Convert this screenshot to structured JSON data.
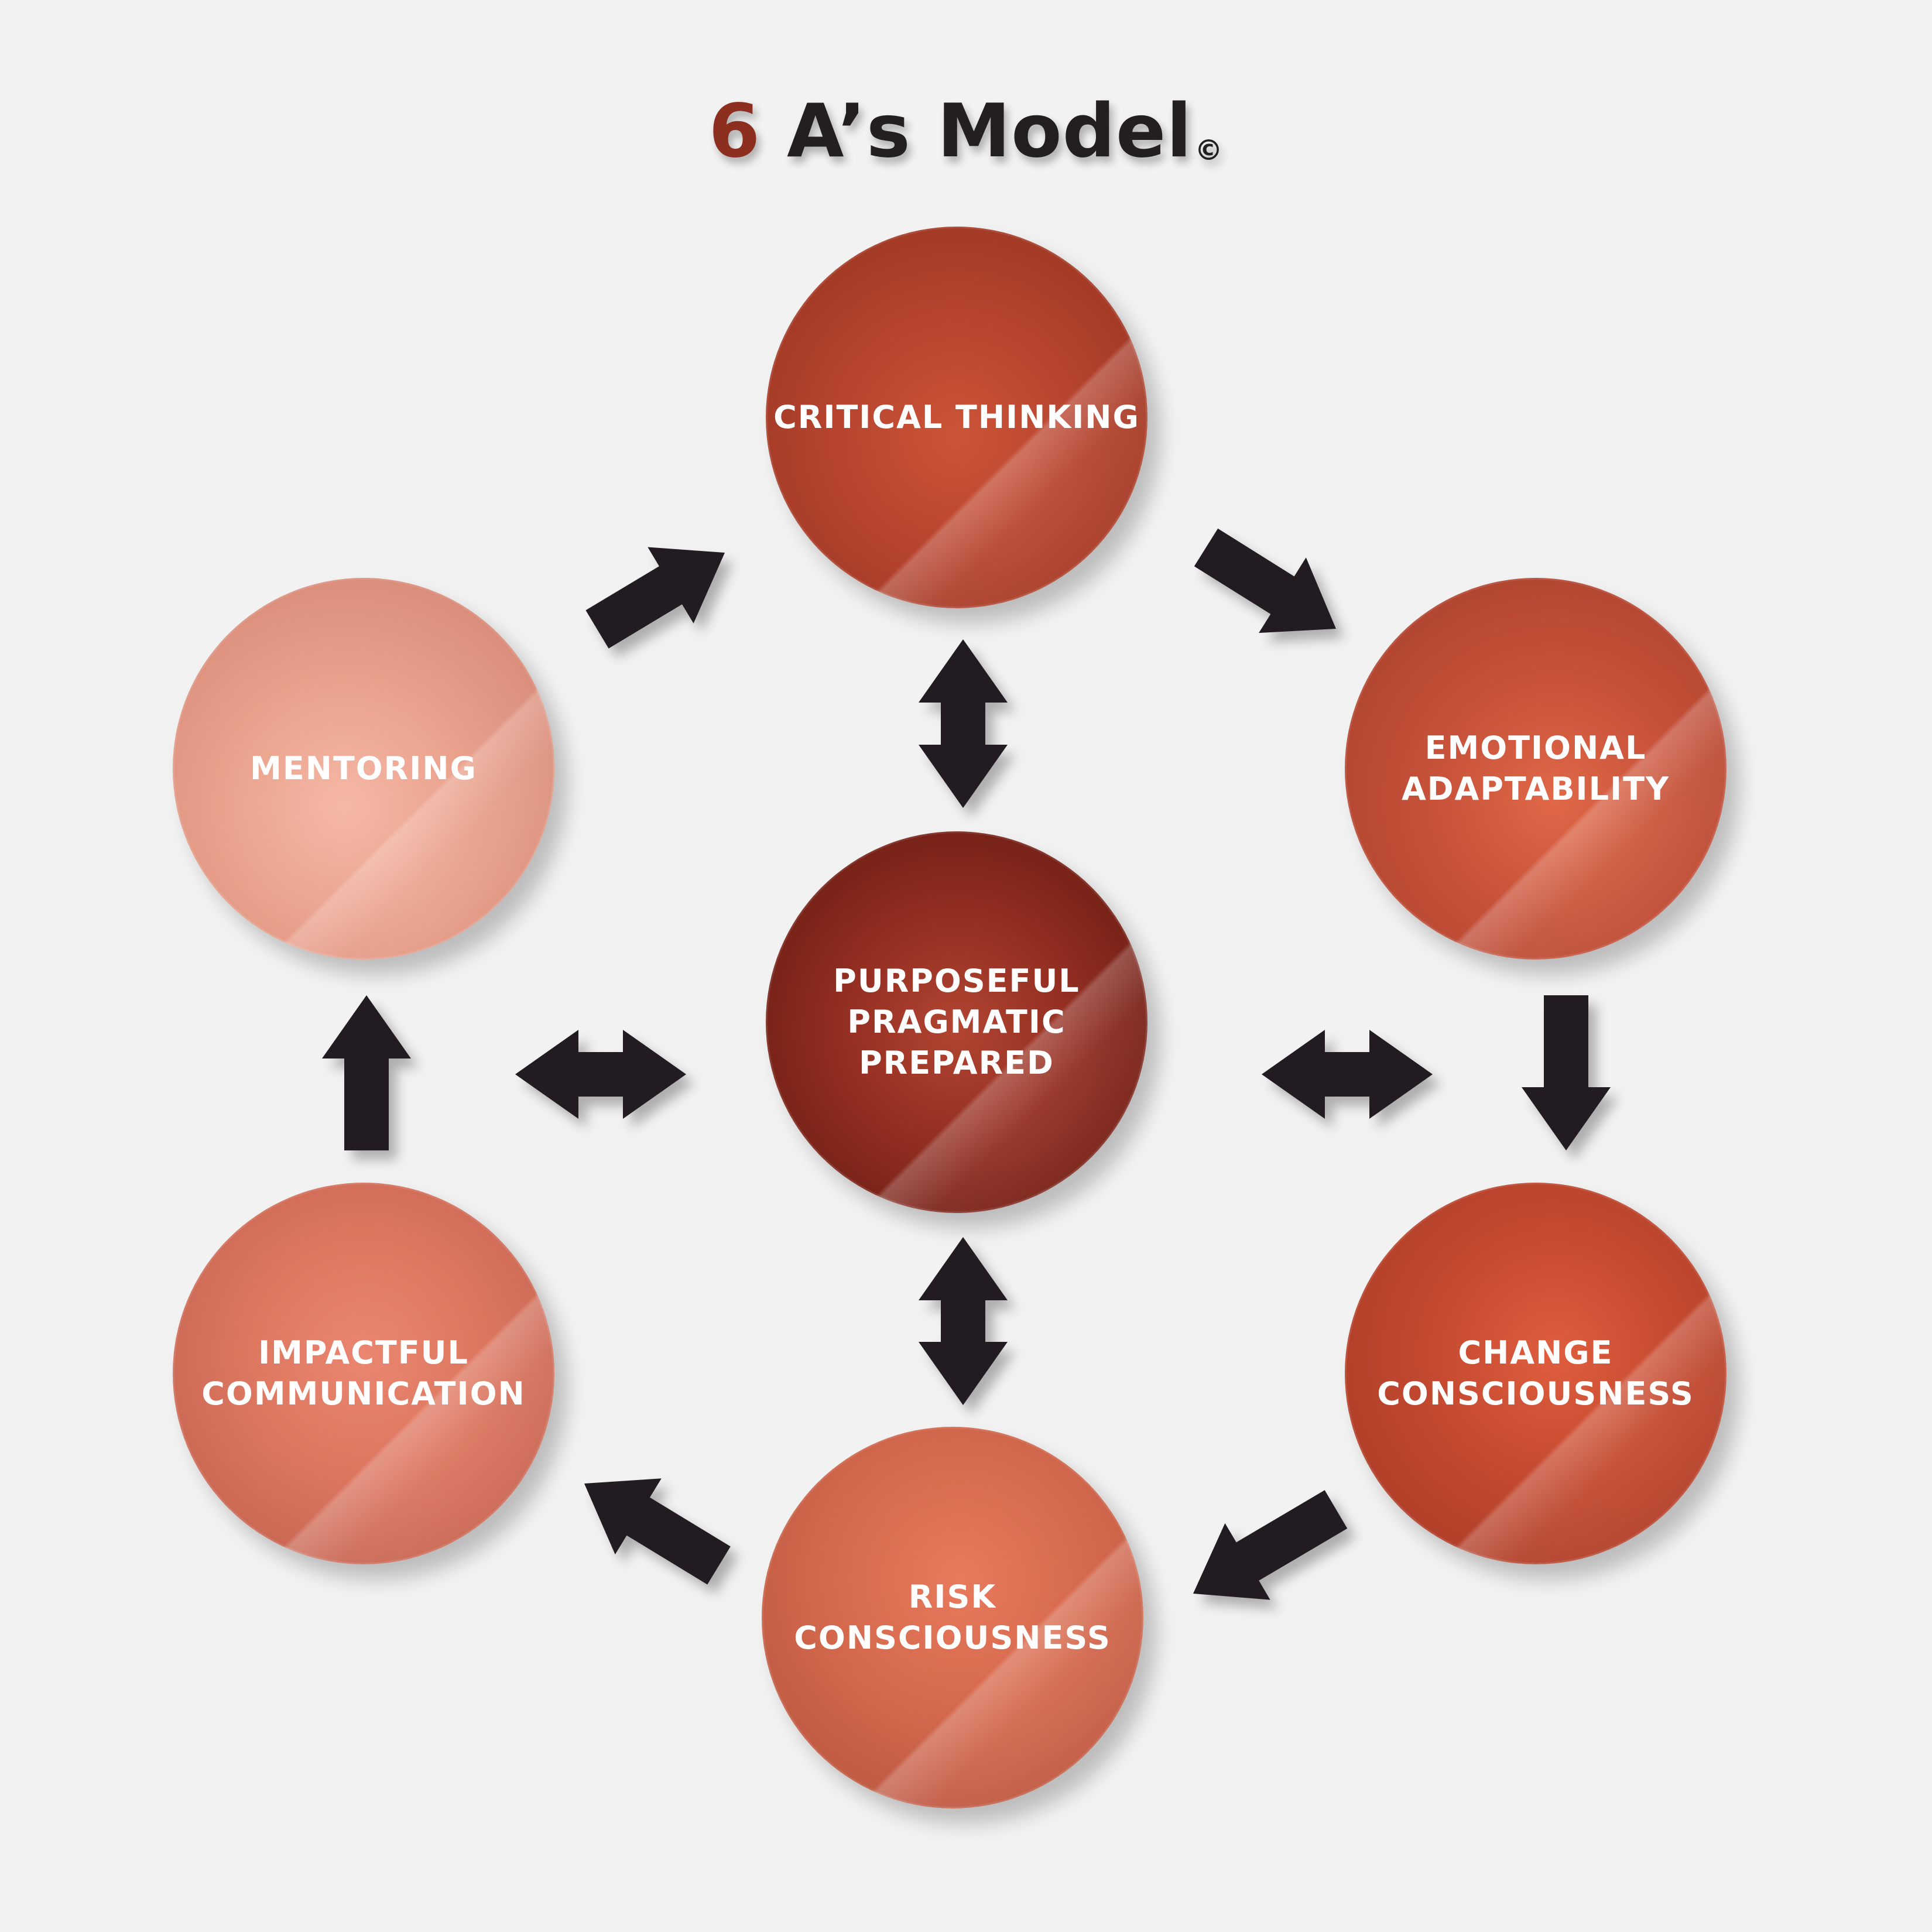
{
  "title": {
    "number": "6",
    "text": "A’s Model",
    "mark": "©"
  },
  "nodes": {
    "top": {
      "lines": [
        "CRITICAL THINKING"
      ]
    },
    "upper_right": {
      "lines": [
        "EMOTIONAL",
        "ADAPTABILITY"
      ]
    },
    "lower_right": {
      "lines": [
        "CHANGE",
        "CONSCIOUSNESS"
      ]
    },
    "bottom": {
      "lines": [
        "RISK",
        "CONSCIOUSNESS"
      ]
    },
    "lower_left": {
      "lines": [
        "IMPACTFUL",
        "COMMUNICATION"
      ]
    },
    "upper_left": {
      "lines": [
        "MENTORING"
      ]
    },
    "center": {
      "lines": [
        "PURPOSEFUL",
        "PRAGMATIC",
        "PREPARED"
      ]
    }
  },
  "connections": [
    {
      "from": "upper_left",
      "to": "top",
      "kind": "one-way"
    },
    {
      "from": "top",
      "to": "upper_right",
      "kind": "one-way"
    },
    {
      "from": "upper_right",
      "to": "lower_right",
      "kind": "one-way"
    },
    {
      "from": "lower_right",
      "to": "bottom",
      "kind": "one-way"
    },
    {
      "from": "bottom",
      "to": "lower_left",
      "kind": "one-way"
    },
    {
      "from": "lower_left",
      "to": "upper_left",
      "kind": "one-way"
    },
    {
      "from": "center",
      "to": "top",
      "kind": "two-way"
    },
    {
      "from": "center",
      "to": "bottom",
      "kind": "two-way"
    },
    {
      "from": "center",
      "to": "left-side",
      "kind": "two-way"
    },
    {
      "from": "center",
      "to": "right-side",
      "kind": "two-way"
    }
  ],
  "colors": {
    "background": "#f2f2f2",
    "arrow": "#231f20",
    "title_text": "#231f20",
    "title_number": "#8c2f1f"
  }
}
